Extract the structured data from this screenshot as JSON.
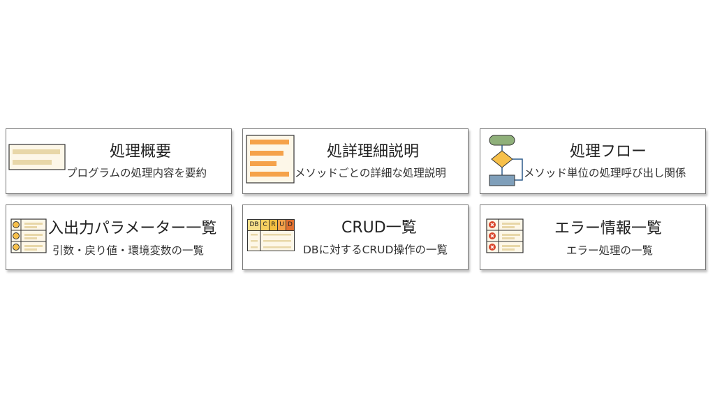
{
  "cards": [
    {
      "title": "処理概要",
      "subtitle": "プログラムの処理内容を要約",
      "icon": "summary-icon"
    },
    {
      "title": "処詳理細説明",
      "subtitle": "メソッドごとの詳細な処理説明",
      "icon": "detail-lines-icon"
    },
    {
      "title": "処理フロー",
      "subtitle": "メソッド単位の処理呼び出し関係",
      "icon": "flowchart-icon"
    },
    {
      "title": "入出力パラメーター一覧",
      "subtitle": "引数・戻り値・環境変数の一覧",
      "icon": "parameter-list-icon"
    },
    {
      "title": "CRUD一覧",
      "subtitle": "DBに対するCRUD操作の一覧",
      "icon": "crud-table-icon",
      "icon_labels": [
        "DB",
        "C",
        "R",
        "U",
        "D"
      ]
    },
    {
      "title": "エラー情報一覧",
      "subtitle": "エラー処理の一覧",
      "icon": "error-list-icon"
    }
  ],
  "colors": {
    "cream": "#fdf7e8",
    "tan": "#e8d7a8",
    "orange": "#f5a24a",
    "green": "#8fb07a",
    "yellow": "#f7c04a",
    "blue": "#7f9fba",
    "red": "#d9452b"
  }
}
